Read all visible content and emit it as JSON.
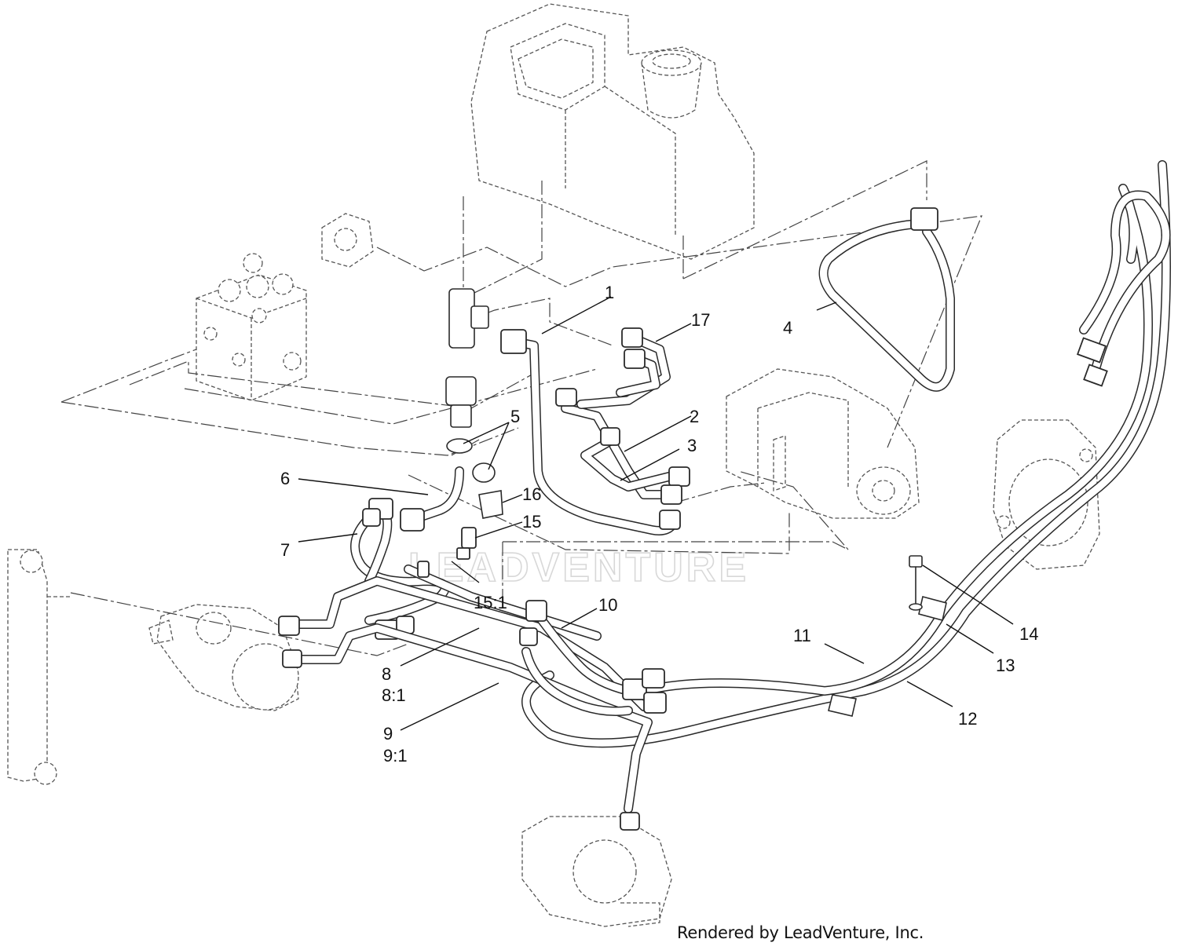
{
  "watermark": "LEADVENTURE",
  "credit": "Rendered by LeadVenture, Inc.",
  "callouts": {
    "c1": "1",
    "c2": "2",
    "c3": "3",
    "c4": "4",
    "c5": "5",
    "c6": "6",
    "c7": "7",
    "c8": "8",
    "c8_1": "8:1",
    "c9": "9",
    "c9_1": "9:1",
    "c10": "10",
    "c11": "11",
    "c12": "12",
    "c13": "13",
    "c14": "14",
    "c15": "15",
    "c15_1": "15:1",
    "c16": "16",
    "c17": "17"
  }
}
